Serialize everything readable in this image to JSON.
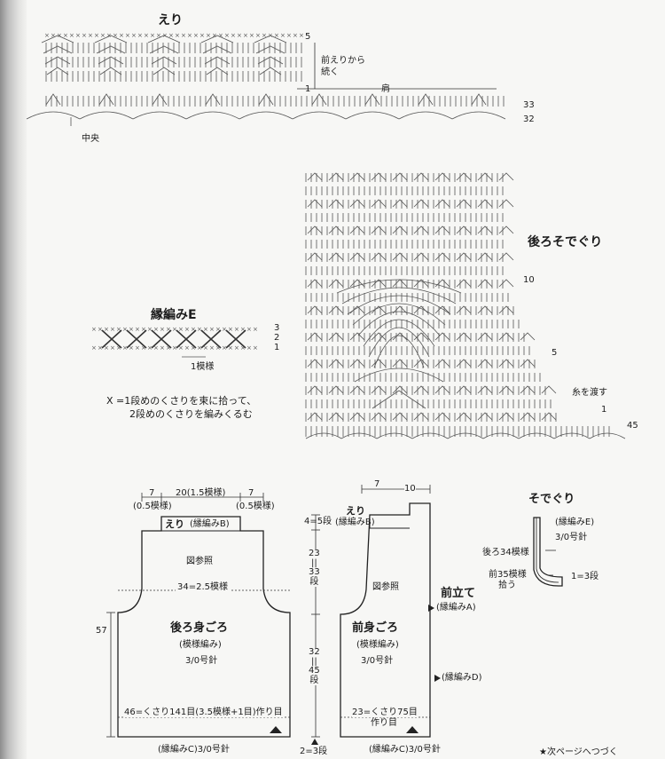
{
  "collar_chart": {
    "title": "えり",
    "continue_label": "前えりから\n続く",
    "center_label": "中央",
    "shoulder_label": "肩",
    "row_5": "5",
    "row_1": "1",
    "row_33": "33",
    "row_32": "32"
  },
  "back_sleeve_chart": {
    "title": "後ろそでぐり",
    "row_10": "10",
    "row_5": "5",
    "row_1": "1",
    "row_45": "45",
    "carry_yarn": "糸を渡す"
  },
  "edging_e": {
    "title": "縁編みE",
    "row_3": "3",
    "row_2": "2",
    "row_1": "1",
    "pattern_label": "1模様",
    "note_line1": "X =1段めのくさりを束に拾って、",
    "note_line2": "2段めのくさりを編みくるむ"
  },
  "back_body": {
    "title": "後ろ身ごろ",
    "pattern": "(模様編み)",
    "needle": "3/0号針",
    "collar_label": "えり",
    "collar_edging": "(縁編みB)",
    "see_chart": "図参照",
    "width_34": "34=2.5模様",
    "dim_7_left": "7",
    "dim_7_left_pattern": "(0.5模様)",
    "dim_20": "20(1.5模様)",
    "dim_7_right": "7",
    "dim_7_right_pattern": "(0.5模様)",
    "height_57": "57",
    "bottom_count": "46=くさり141目(3.5模様+1目)作り目",
    "hem_label": "(縁編みC)3/0号針"
  },
  "front_body": {
    "title": "前身ごろ",
    "pattern": "(模様編み)",
    "needle": "3/0号針",
    "collar_label": "えり",
    "collar_edging": "(縁編みB)",
    "see_chart": "図参照",
    "dim_7": "7",
    "dim_10": "10",
    "dim_4_5": "4=5段",
    "dim_23_33": [
      "23",
      "||",
      "33",
      "段"
    ],
    "dim_32_45": [
      "32",
      "||",
      "45",
      "段"
    ],
    "dim_2_3": "2=3段",
    "bottom_count_1": "23=くさり75目",
    "bottom_count_2": "作り目",
    "hem_label": "(縁編みC)3/0号針",
    "front_band_title": "前立て",
    "front_band_edging": "(縁編みA)",
    "edging_d": "(縁編みD)"
  },
  "sleeve_edge": {
    "title": "そでぐり",
    "edging": "(縁編みE)",
    "needle": "3/0号針",
    "back_pick": "後ろ34模様",
    "front_pick_1": "前35模様",
    "front_pick_2": "拾う",
    "rows": "1=3段"
  },
  "footer": {
    "next_page": "★次ページへつづく"
  },
  "colors": {
    "line": "#2a2a2a",
    "background": "#f7f7f5",
    "watermark": "#e8a53a"
  }
}
